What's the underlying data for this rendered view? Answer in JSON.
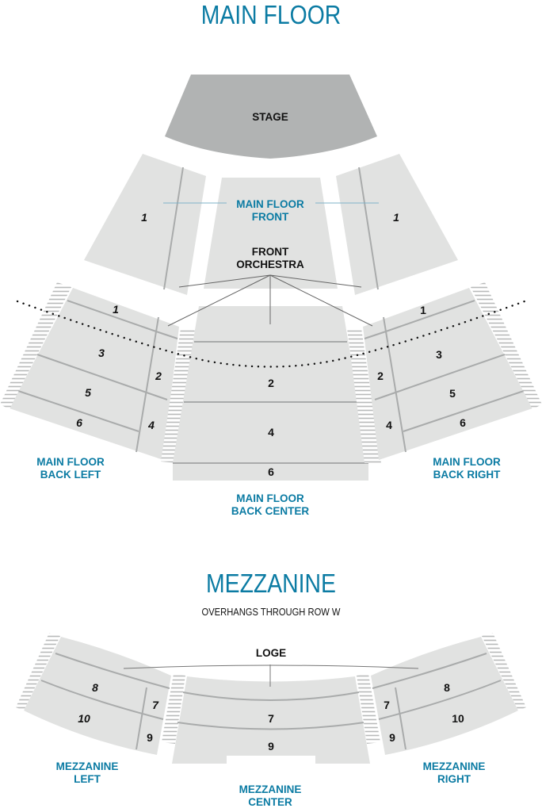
{
  "main_floor": {
    "title": "MAIN FLOOR",
    "stage_label": "STAGE",
    "front_label_line1": "MAIN FLOOR",
    "front_label_line2": "FRONT",
    "front_orchestra_line1": "FRONT",
    "front_orchestra_line2": "ORCHESTRA",
    "front_left_row": "1",
    "front_right_row": "1",
    "back_left": {
      "label_line1": "MAIN FLOOR",
      "label_line2": "BACK LEFT",
      "rows": [
        "1",
        "3",
        "5",
        "6",
        "2",
        "4"
      ]
    },
    "back_center": {
      "label_line1": "MAIN FLOOR",
      "label_line2": "BACK CENTER",
      "rows": [
        "2",
        "4",
        "6"
      ]
    },
    "back_right": {
      "label_line1": "MAIN FLOOR",
      "label_line2": "BACK RIGHT",
      "rows": [
        "1",
        "3",
        "5",
        "6",
        "2",
        "4"
      ]
    }
  },
  "mezzanine": {
    "title": "MEZZANINE",
    "subtitle": "OVERHANGS THROUGH ROW W",
    "loge_label": "LOGE",
    "left": {
      "label_line1": "MEZZANINE",
      "label_line2": "LEFT",
      "rows": [
        "8",
        "10",
        "7",
        "9"
      ]
    },
    "center": {
      "label_line1": "MEZZANINE",
      "label_line2": "CENTER",
      "rows": [
        "7",
        "9"
      ]
    },
    "right": {
      "label_line1": "MEZZANINE",
      "label_line2": "RIGHT",
      "rows": [
        "8",
        "10",
        "7",
        "9"
      ]
    }
  },
  "colors": {
    "accent": "#0b7ba3",
    "stage": "#b1b3b3",
    "section": "#e1e2e1",
    "divider": "#a9abab"
  }
}
